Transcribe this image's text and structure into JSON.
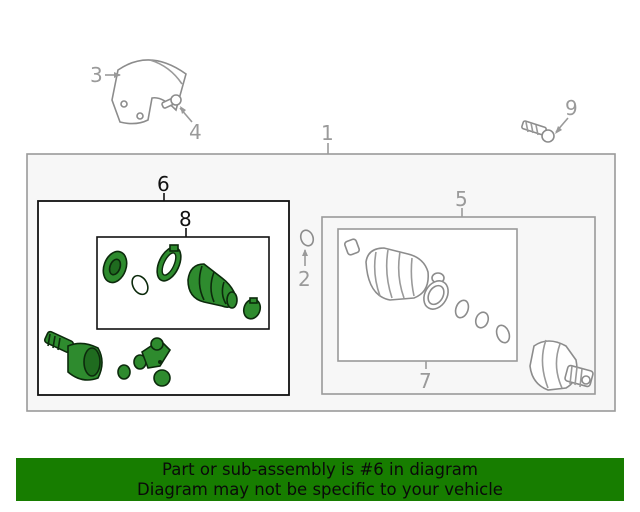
{
  "callouts": {
    "c1": "1",
    "c2": "2",
    "c3": "3",
    "c4": "4",
    "c5": "5",
    "c6": "6",
    "c7": "7",
    "c8": "8",
    "c9": "9"
  },
  "banner": {
    "line1": "Part or sub-assembly is #6 in diagram",
    "line2": "Diagram may not be specific to your vehicle"
  },
  "colors": {
    "highlight": "#2e8b2e",
    "banner_bg": "#177d00",
    "part_gray": "#8c8c8c"
  }
}
